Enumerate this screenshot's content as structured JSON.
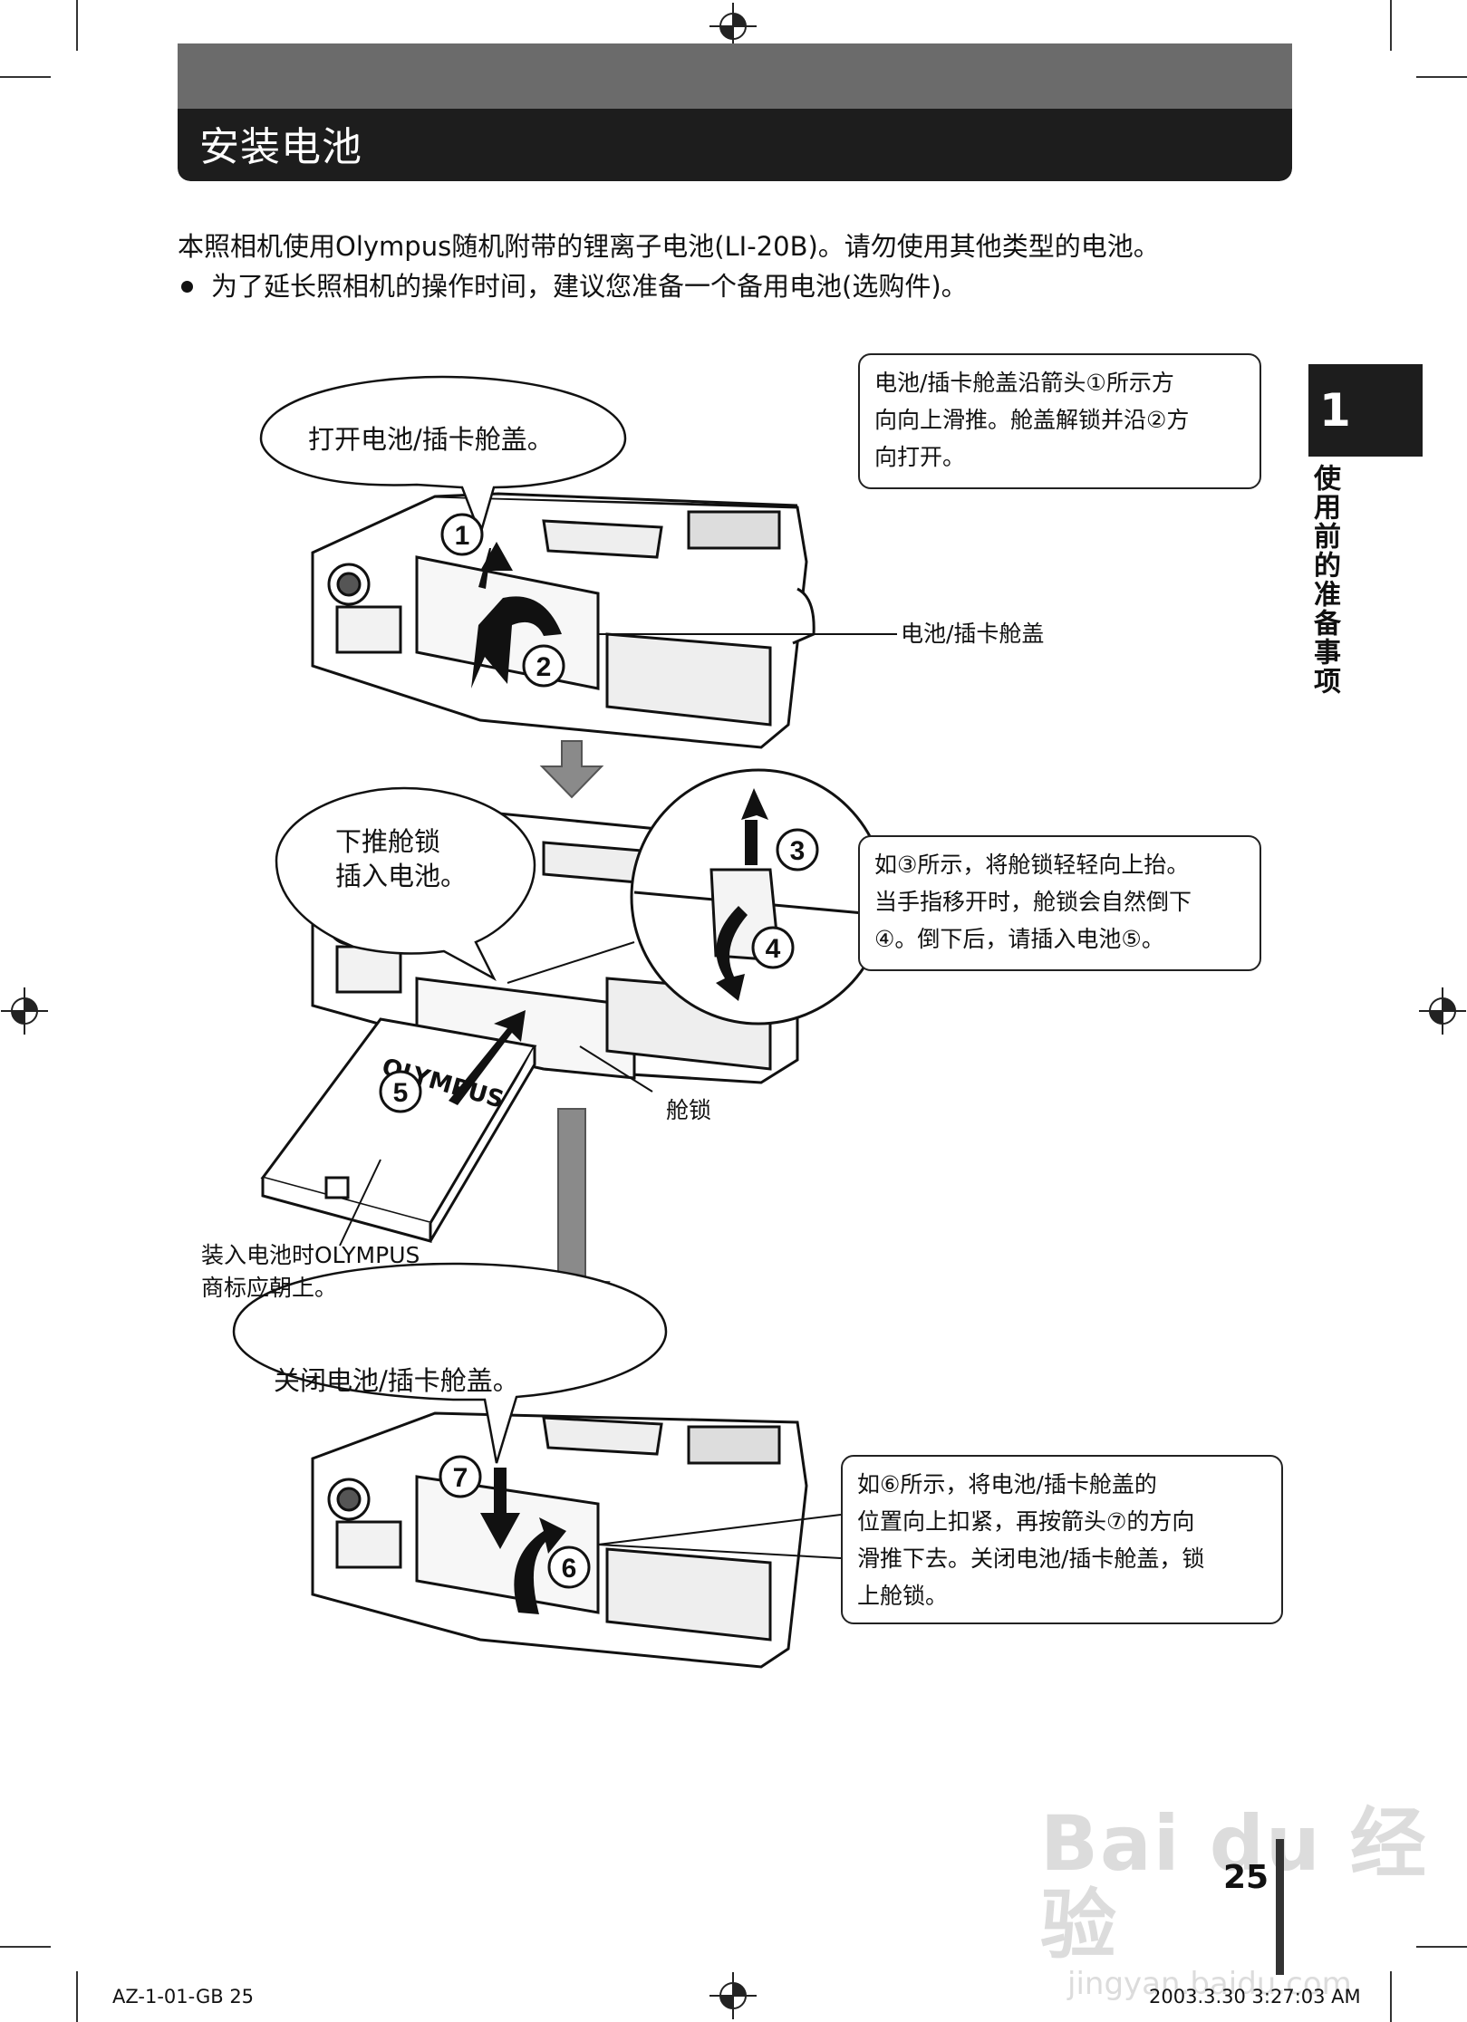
{
  "header": {
    "title": "安装电池"
  },
  "intro": {
    "line1": "本照相机使用Olympus随机附带的锂离子电池(LI-20B)。请勿使用其他类型的电池。",
    "bullet": "为了延长照相机的操作时间，建议您准备一个备用电池(选购件)。"
  },
  "side_tab": {
    "number": "1",
    "text": "使用前的准备事项"
  },
  "step1": {
    "bubble": "打开电池/插卡舱盖。",
    "callout": [
      "电池/插卡舱盖沿箭头①所示方",
      "向向上滑推。舱盖解锁并沿②方",
      "向打开。"
    ],
    "cover_label": "电池/插卡舱盖"
  },
  "step2": {
    "bubble_line1": "下推舱锁",
    "bubble_line2": "插入电池。",
    "callout": [
      "如③所示，将舱锁轻轻向上抬。",
      "当手指移开时，舱锁会自然倒下",
      "④。倒下后，请插入电池⑤。"
    ],
    "lock_label": "舱锁",
    "battery_note_line1": "装入电池时OLYMPUS",
    "battery_note_line2": "商标应朝上。",
    "battery_brand": "OLYMPUS"
  },
  "step3": {
    "bubble": "关闭电池/插卡舱盖。",
    "callout": [
      "如⑥所示，将电池/插卡舱盖的",
      "位置向上扣紧，再按箭头⑦的方向",
      "滑推下去。关闭电池/插卡舱盖，锁",
      "上舱锁。"
    ]
  },
  "markers": [
    "1",
    "2",
    "3",
    "4",
    "5",
    "6",
    "7"
  ],
  "page_number": "25",
  "watermark": {
    "main": "Bai du 经验",
    "sub": "jingyan.baidu.com"
  },
  "footer": {
    "left": "AZ-1-01-GB   25",
    "right": "2003.3.30   3:27:03 AM"
  }
}
